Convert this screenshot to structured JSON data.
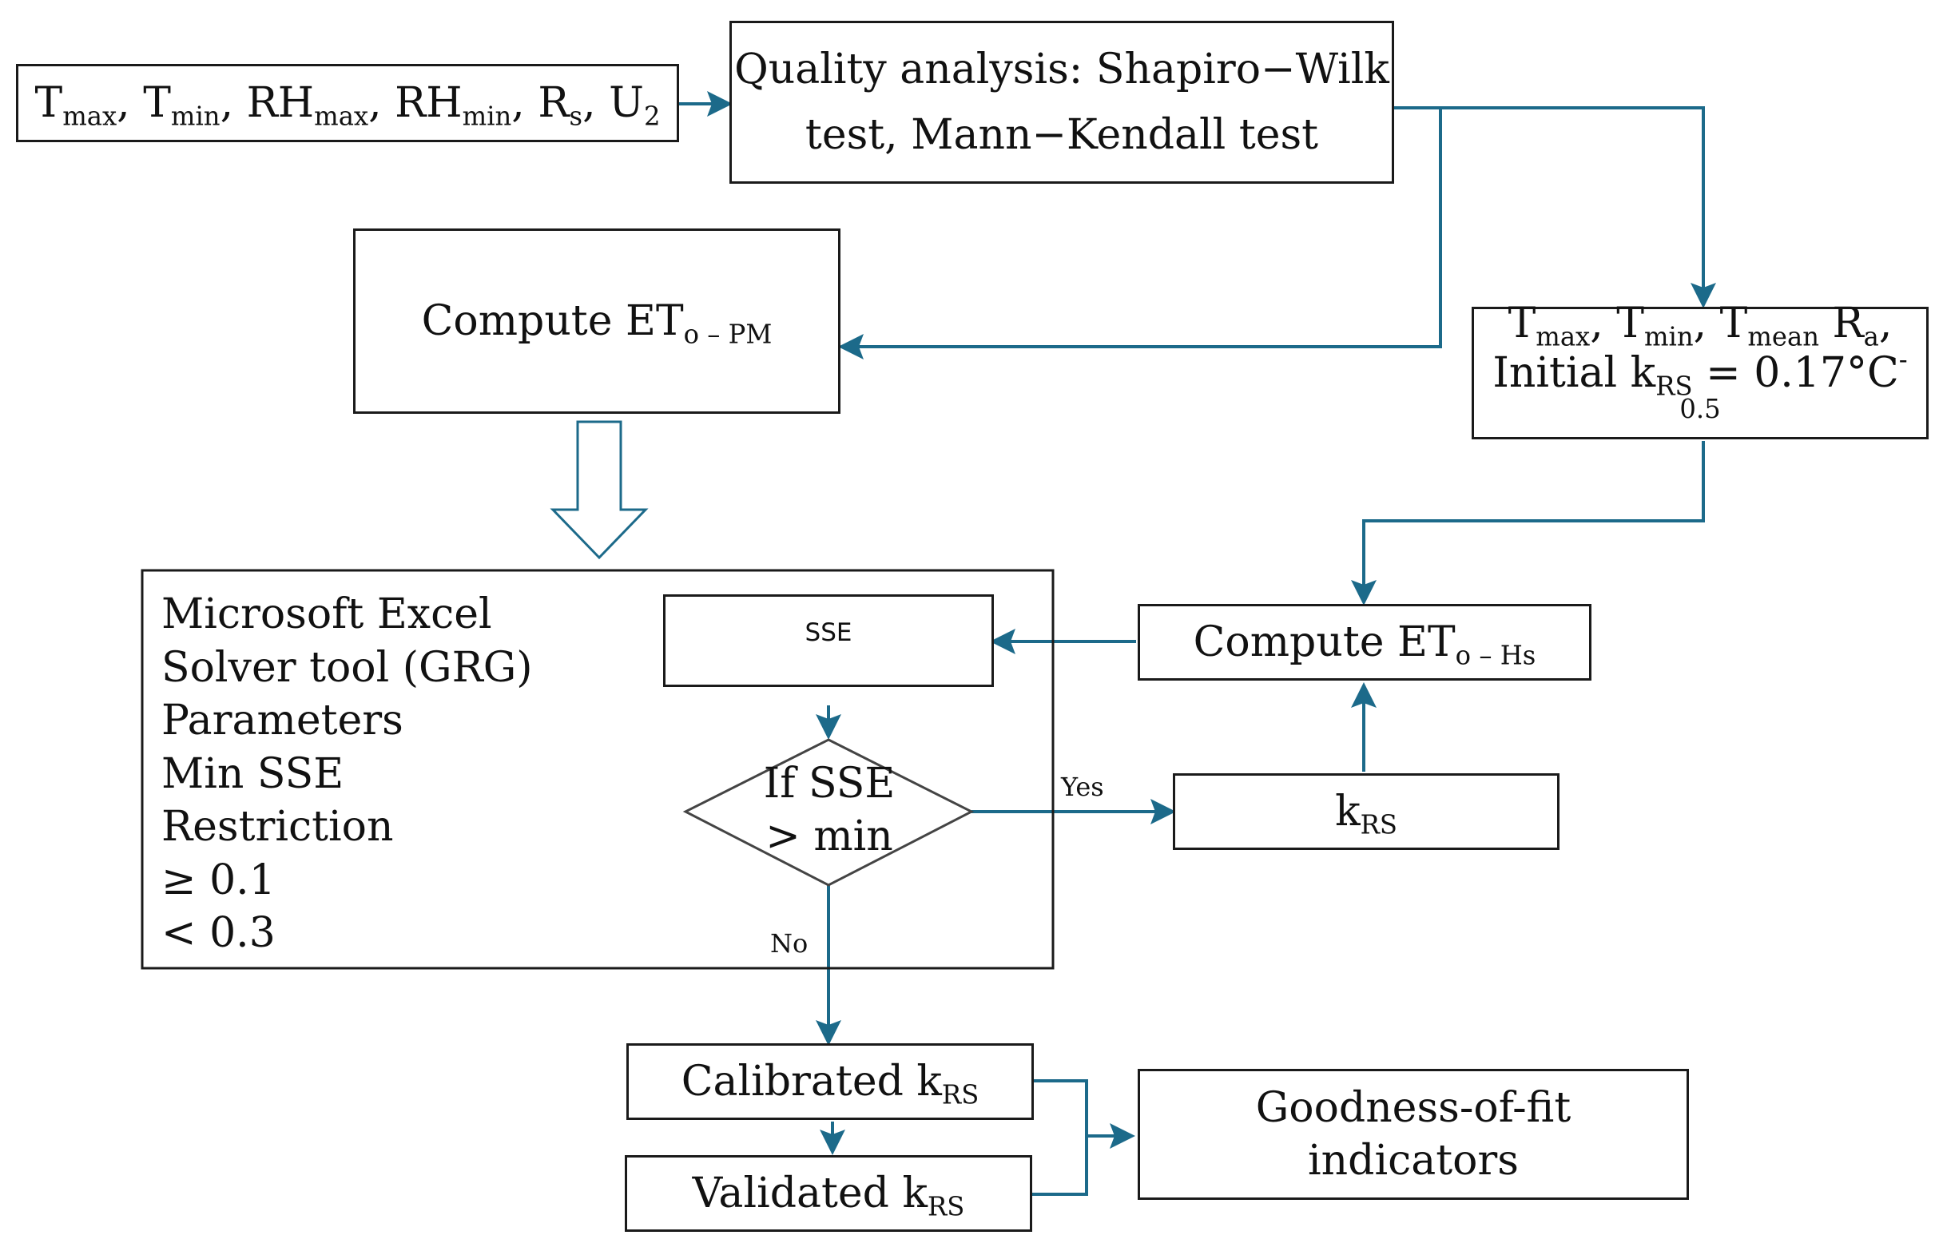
{
  "colors": {
    "arrow": "#1c6a8a",
    "box_border": "#1a1a1a",
    "hollow_arrow": "#1c6a8a"
  },
  "inputs": {
    "t1": "T",
    "s1": "max",
    "sep1": ", ",
    "t2": "T",
    "s2": "min",
    "sep2": ", ",
    "t3": "RH",
    "s3": "max",
    "sep3": ", ",
    "t4": "RH",
    "s4": "min",
    "sep4": ", ",
    "t5": "R",
    "s5": "s",
    "sep5": ", ",
    "t6": "U",
    "s6": "2"
  },
  "quality": {
    "line1": "Quality analysis: Shapiro−Wilk",
    "line2": "test, Mann−Kendall test"
  },
  "compute_pm": {
    "prefix": "Compute ET",
    "sub": "o – PM"
  },
  "temp_inputs": {
    "t1": "T",
    "s1": "max",
    "sep1": ", ",
    "t2": "T",
    "s2": "min",
    "sep2": ", ",
    "t3": "T",
    "s3": "mean",
    "sep3": " R",
    "s4": "a",
    "sep4": ",",
    "line2_prefix": "Initial k",
    "line2_sub": "RS",
    "line2_value": " = 0.17°C",
    "line2_sup": "-0.5"
  },
  "solver": {
    "lines": [
      "Microsoft Excel",
      "Solver tool (GRG)",
      "Parameters",
      "Min SSE",
      "Restriction",
      "≥ 0.1",
      "< 0.3"
    ]
  },
  "sse": {
    "label": "SSE"
  },
  "decision": {
    "line1": "If SSE",
    "line2": "> min"
  },
  "yes_label": "Yes",
  "no_label": "No",
  "compute_hs": {
    "prefix": "Compute ET",
    "sub": "o – Hs"
  },
  "krs": {
    "prefix": "k",
    "sub": "RS"
  },
  "calibrated": {
    "prefix": "Calibrated k",
    "sub": "RS"
  },
  "validated": {
    "prefix": "Validated k",
    "sub": "RS"
  },
  "goodness": {
    "line1": "Goodness-of-fit",
    "line2": "indicators"
  }
}
